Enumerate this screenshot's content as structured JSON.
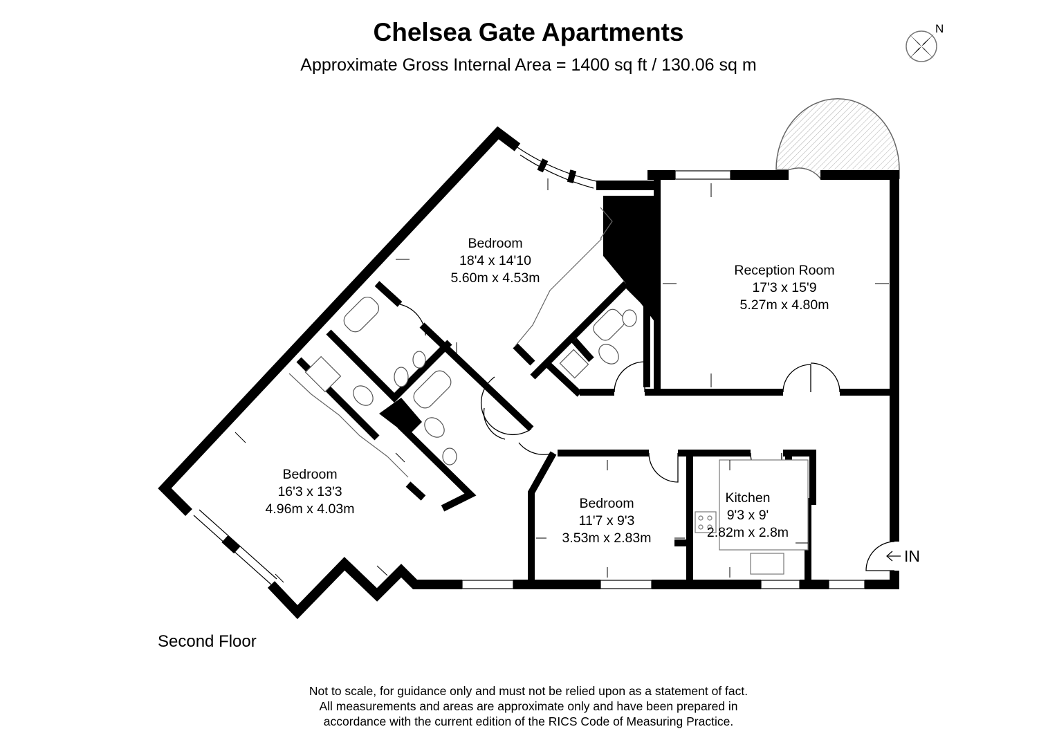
{
  "header": {
    "title": "Chelsea Gate Apartments",
    "subtitle": "Approximate Gross Internal Area = 1400 sq ft / 130.06 sq m"
  },
  "compass": {
    "label": "N",
    "icon": "north-compass-icon"
  },
  "floor": {
    "label": "Second Floor"
  },
  "entrance": {
    "label": "IN"
  },
  "rooms": [
    {
      "name": "Bedroom",
      "imperial": "18'4 x 14'10",
      "metric": "5.60m x 4.53m"
    },
    {
      "name": "Reception Room",
      "imperial": "17'3 x 15'9",
      "metric": "5.27m x 4.80m"
    },
    {
      "name": "Bedroom",
      "imperial": "16'3 x 13'3",
      "metric": "4.96m x 4.03m"
    },
    {
      "name": "Bedroom",
      "imperial": "11'7 x 9'3",
      "metric": "3.53m x 2.83m"
    },
    {
      "name": "Kitchen",
      "imperial": "9'3 x 9'",
      "metric": "2.82m x 2.8m"
    }
  ],
  "disclaimer": [
    "Not to scale, for guidance only and must not be relied upon as a statement of fact.",
    "All measurements and areas are approximate only and have been prepared in",
    "accordance with the current edition of the RICS Code of Measuring Practice."
  ],
  "colors": {
    "wall": "#000000",
    "background": "#ffffff",
    "window": "#ffffff",
    "fixture_line": "#555555"
  }
}
